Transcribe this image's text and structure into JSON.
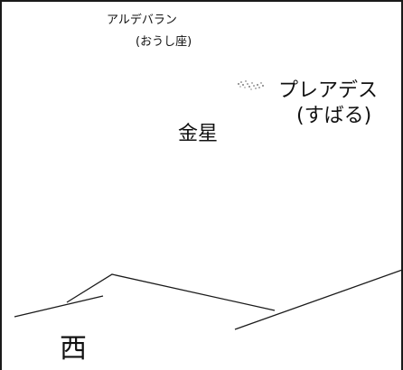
{
  "labels": {
    "aldebaran": "アルデバラン",
    "aldebaran_constellation": "(おうし座)",
    "pleiades": "プレアデス",
    "pleiades_alt": "(すばる)",
    "venus": "金星",
    "west": "西"
  },
  "icons": {
    "pleiades_cluster": "star-cluster-icon"
  },
  "colors": {
    "ink": "#111111",
    "background": "#ffffff"
  }
}
